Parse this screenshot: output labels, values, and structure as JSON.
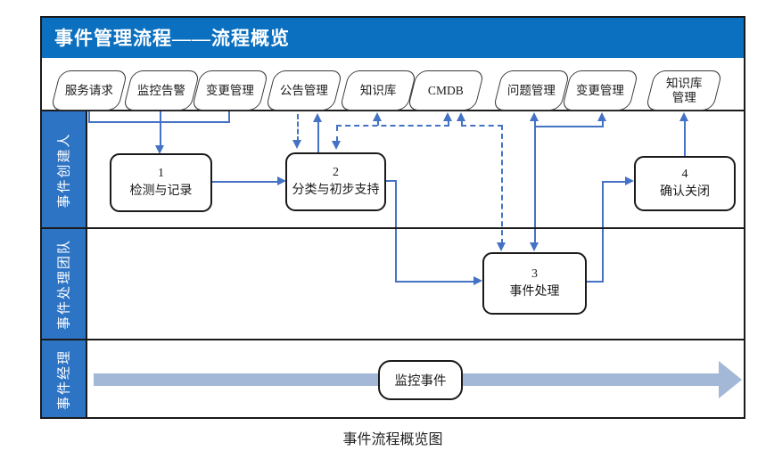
{
  "title": "事件管理流程——流程概览",
  "caption": "事件流程概览图",
  "colors": {
    "header_blue": "#0b70c0",
    "lane_blue": "#2e74c5",
    "conn_blue": "#4472c4",
    "flow_arrow_blue": "#a3b8d6"
  },
  "sources": {
    "items": [
      {
        "label": "服务请求"
      },
      {
        "label": "监控告警"
      },
      {
        "label": "变更管理"
      },
      {
        "label": "公告管理"
      },
      {
        "label": "知识库"
      },
      {
        "label": "CMDB"
      },
      {
        "label": "问题管理"
      },
      {
        "label": "变更管理"
      },
      {
        "label": "知识库",
        "label2": "管理"
      }
    ]
  },
  "lanes": [
    {
      "label": "事件创建人"
    },
    {
      "label": "事件处理团队"
    },
    {
      "label": "事件经理"
    }
  ],
  "steps": [
    {
      "number": "1",
      "label": "检测与记录"
    },
    {
      "number": "2",
      "label": "分类与初步支持"
    },
    {
      "number": "3",
      "label": "事件处理"
    },
    {
      "number": "4",
      "label": "确认关闭"
    }
  ],
  "monitor_label": "监控事件"
}
